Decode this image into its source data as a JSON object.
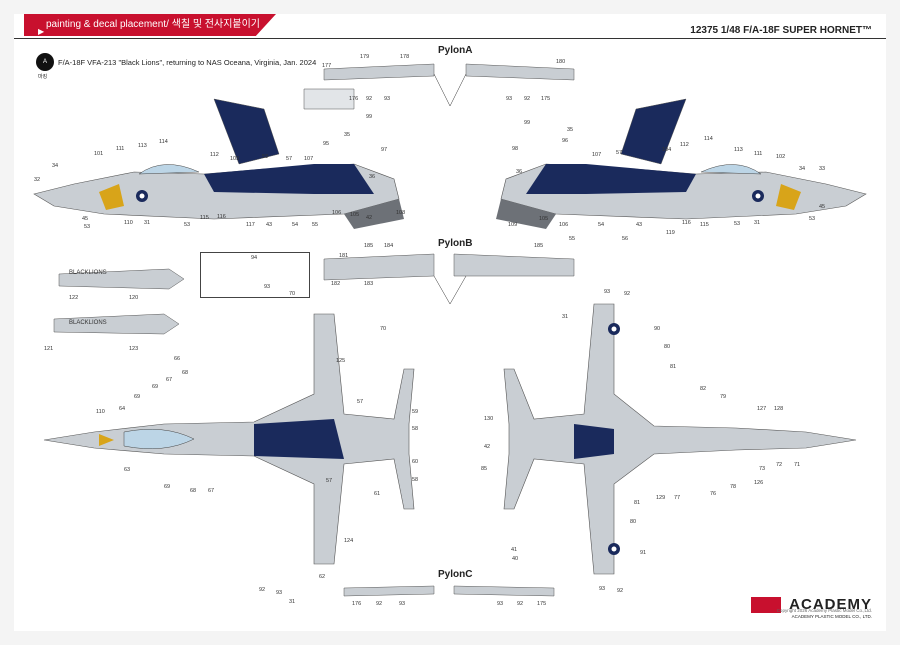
{
  "header": {
    "section": "painting & decal placement/ 색칠 및 전사지붙이기",
    "kit_title": "12375 1/48 F/A-18F SUPER HORNET™"
  },
  "scheme": {
    "badge": "A",
    "badge_sub": "마킹",
    "title": "F/A-18F VFA-213 \"Black Lions\", returning to NAS Oceana, Virginia, Jan. 2024"
  },
  "labels": {
    "pylon_a": "PylonA",
    "pylon_b": "PylonB",
    "pylon_c": "PylonC"
  },
  "fuel_tanks": [
    {
      "text": "BLACKLIONS",
      "parts": [
        "122",
        "120"
      ]
    },
    {
      "text": "BLACKLIONS",
      "parts": [
        "121",
        "123"
      ]
    }
  ],
  "inset": {
    "callout": "94"
  },
  "callouts": {
    "side_left": [
      "34",
      "101",
      "111",
      "113",
      "114",
      "112",
      "103",
      "53",
      "57",
      "107",
      "95",
      "35",
      "99",
      "97",
      "36",
      "32",
      "45",
      "110",
      "31",
      "53",
      "53",
      "115",
      "116",
      "117",
      "43",
      "54",
      "55",
      "106",
      "105",
      "42",
      "108"
    ],
    "side_right": [
      "33",
      "34",
      "102",
      "111",
      "113",
      "114",
      "112",
      "104",
      "57",
      "107",
      "96",
      "35",
      "99",
      "98",
      "36",
      "45",
      "53",
      "31",
      "53",
      "115",
      "116",
      "119",
      "43",
      "56",
      "54",
      "55",
      "106",
      "105",
      "109"
    ],
    "top": [
      "110",
      "64",
      "69",
      "69",
      "67",
      "66",
      "68",
      "63",
      "69",
      "68",
      "67",
      "93",
      "70",
      "70",
      "125",
      "57",
      "59",
      "58",
      "60",
      "58",
      "61",
      "57",
      "124",
      "62",
      "92",
      "93",
      "31"
    ],
    "bottom": [
      "31",
      "93",
      "92",
      "90",
      "80",
      "81",
      "82",
      "79",
      "127",
      "128",
      "72",
      "71",
      "73",
      "126",
      "78",
      "76",
      "77",
      "129",
      "81",
      "80",
      "91",
      "93",
      "92",
      "130",
      "42",
      "85",
      "41",
      "40"
    ]
  },
  "pylon_callouts": {
    "a": [
      "177",
      "179",
      "178",
      "180",
      "176",
      "92",
      "93",
      "93",
      "92",
      "175"
    ],
    "b": [
      "185",
      "184",
      "185",
      "181",
      "182",
      "183"
    ],
    "c": [
      "176",
      "92",
      "93",
      "93",
      "92",
      "175"
    ]
  },
  "footer": {
    "brand": "ACADEMY",
    "company": "ACADEMY PLASTIC MODEL CO., LTD.",
    "copyright": "Copyright 2026 Academy Plastic Model Co.,Ltd."
  },
  "colors": {
    "accent_red": "#c8102e",
    "navy": "#1a2a5c",
    "light_gray": "#c9ced3",
    "gold": "#d8a419"
  }
}
